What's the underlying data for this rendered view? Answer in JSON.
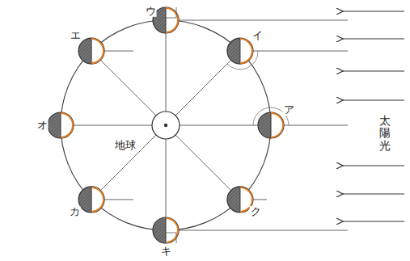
{
  "diagram": {
    "labels": [
      "ア",
      "イ",
      "ウ",
      "エ",
      "オ",
      "カ",
      "キ",
      "ク",
      "地球",
      "太陽光"
    ]
  }
}
